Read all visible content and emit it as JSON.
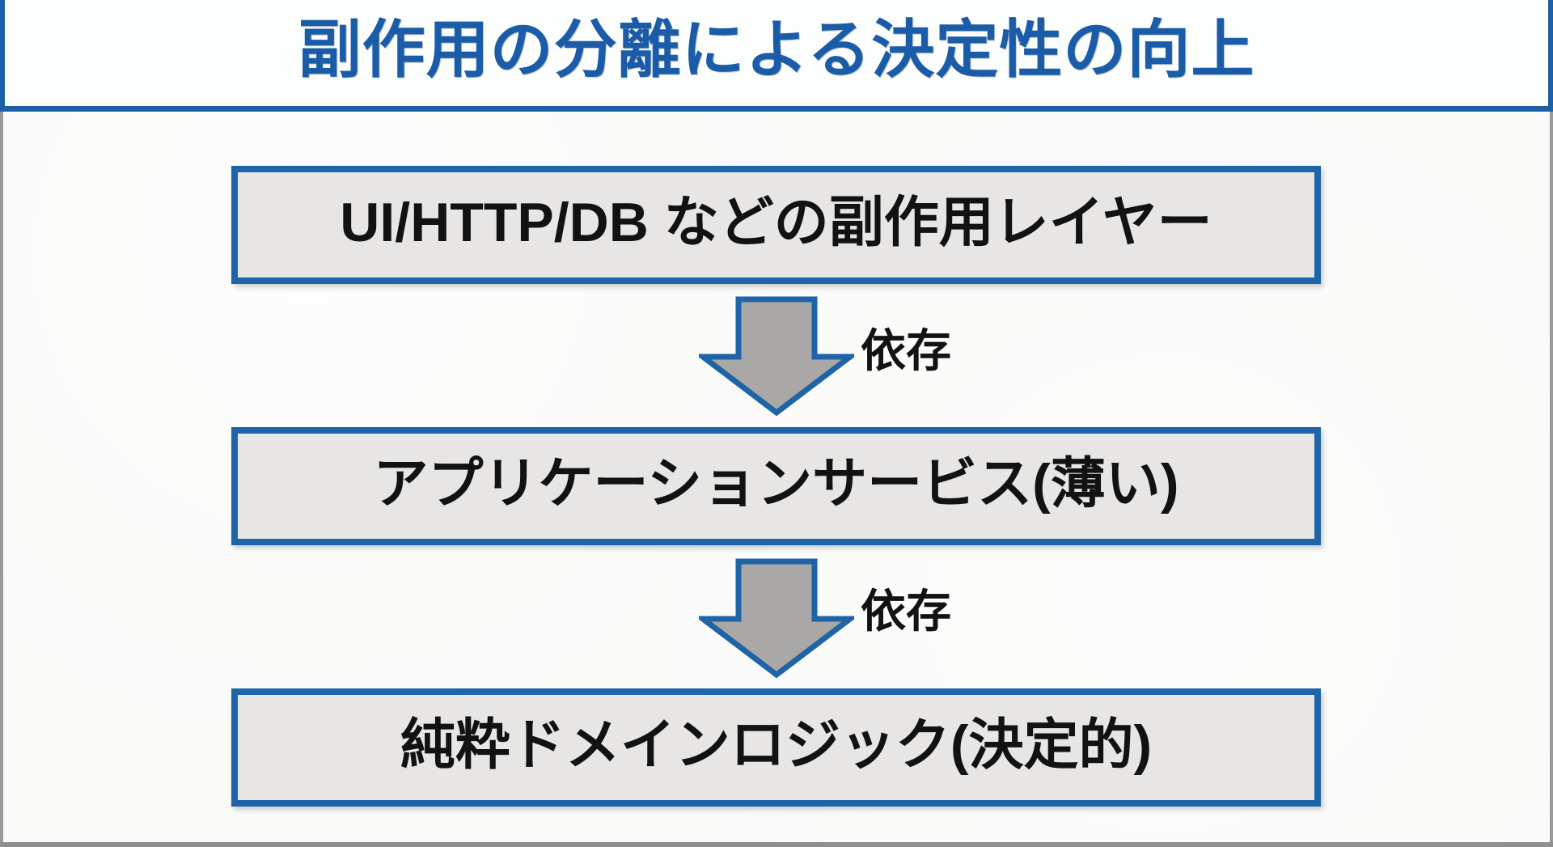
{
  "slide": {
    "title": "副作用の分離による決定性の向上"
  },
  "layers": [
    {
      "label": "UI/HTTP/DB などの副作用レイヤー"
    },
    {
      "label": "アプリケーションサービス(薄い)"
    },
    {
      "label": "純粋ドメインロジック(決定的)"
    }
  ],
  "arrows": [
    {
      "label": "依存"
    },
    {
      "label": "依存"
    }
  ],
  "colors": {
    "title_blue": "#1a5ca8",
    "band_border_blue": "#1d5fa6",
    "box_border_blue": "#1e64a8",
    "box_fill_gray": "#e7e6e4",
    "arrow_fill_gray": "#a9a8a6",
    "arrow_stroke_blue": "#1e64a7",
    "frame_gray": "#8f8f8f",
    "text_black": "#121212",
    "background": "#fafaf9"
  }
}
